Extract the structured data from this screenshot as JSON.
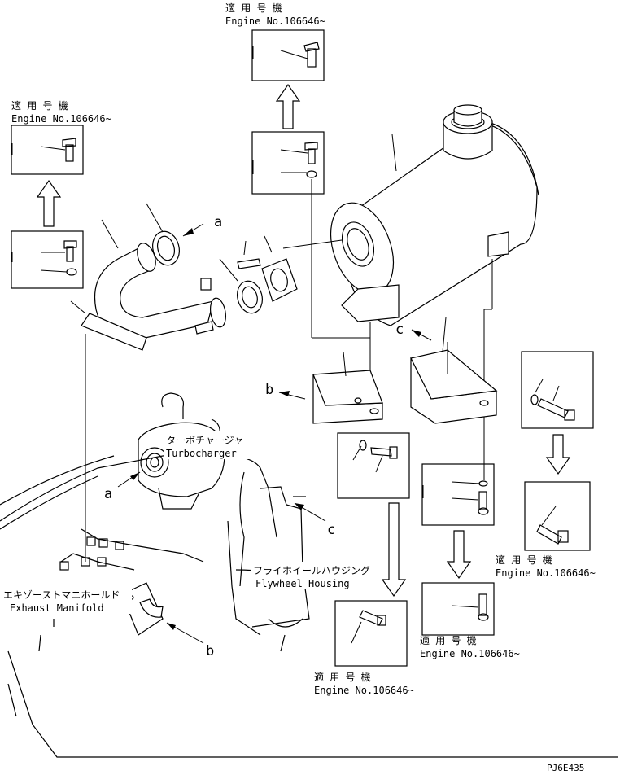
{
  "applicable_jp": "適 用 号 機",
  "engine_no": "Engine No.106646~",
  "callouts": {
    "a": "a",
    "b": "b",
    "c": "c"
  },
  "parts": {
    "turbo_jp": "ターボチャージャ",
    "turbo_en": "Turbocharger",
    "flywheel_jp": "フライホイールハウジング",
    "flywheel_en": "Flywheel Housing",
    "manifold_jp": "エキゾーストマニホールド",
    "manifold_en": "Exhaust Manifold"
  },
  "drawing_code": "PJ6E435"
}
